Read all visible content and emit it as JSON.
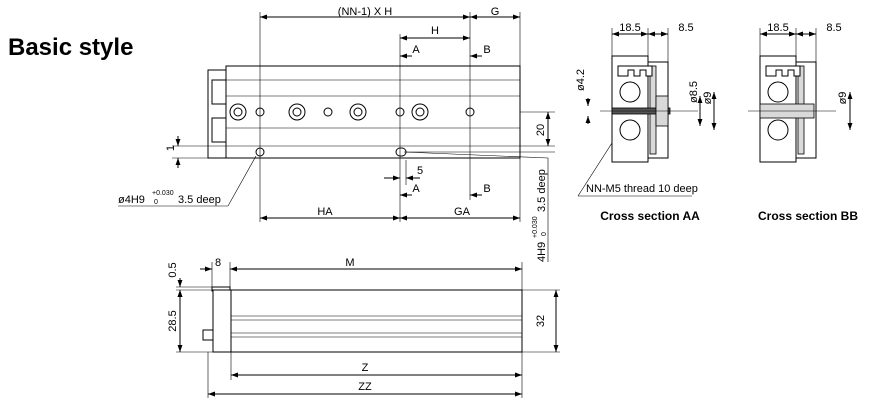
{
  "title": "Basic style",
  "top_view": {
    "dim_nn_h": "(NN-1) X H",
    "dim_g": "G",
    "dim_h": "H",
    "dim_a": "A",
    "dim_b": "B",
    "dim_20": "20",
    "dim_1": "1",
    "dim_5": "5",
    "dim_a_lower": "A",
    "dim_b_lower": "B",
    "dim_ha": "HA",
    "dim_ga": "GA",
    "hole_label": "ø4H9",
    "hole_tol_upper": "+0.030",
    "hole_tol_lower": "0",
    "hole_depth": "3.5 deep",
    "slot_label": "4H9",
    "slot_tol_upper": "+0.030",
    "slot_tol_lower": "0",
    "slot_depth": "3.5 deep",
    "thread_label": "NN-M5 thread 10 deep"
  },
  "side_view": {
    "dim_05": "0.5",
    "dim_8": "8",
    "dim_m": "M",
    "dim_285": "28.5",
    "dim_32": "32",
    "dim_z": "Z",
    "dim_zz": "ZZ"
  },
  "section_aa": {
    "caption": "Cross section  AA",
    "dim_185": "18.5",
    "dim_85": "8.5",
    "dim_42": "ø4.2",
    "dim_d85": "ø8.5",
    "dim_d9": "ø9"
  },
  "section_bb": {
    "caption": "Cross section  BB",
    "dim_185": "18.5",
    "dim_85": "8.5",
    "dim_d9": "ø9"
  }
}
